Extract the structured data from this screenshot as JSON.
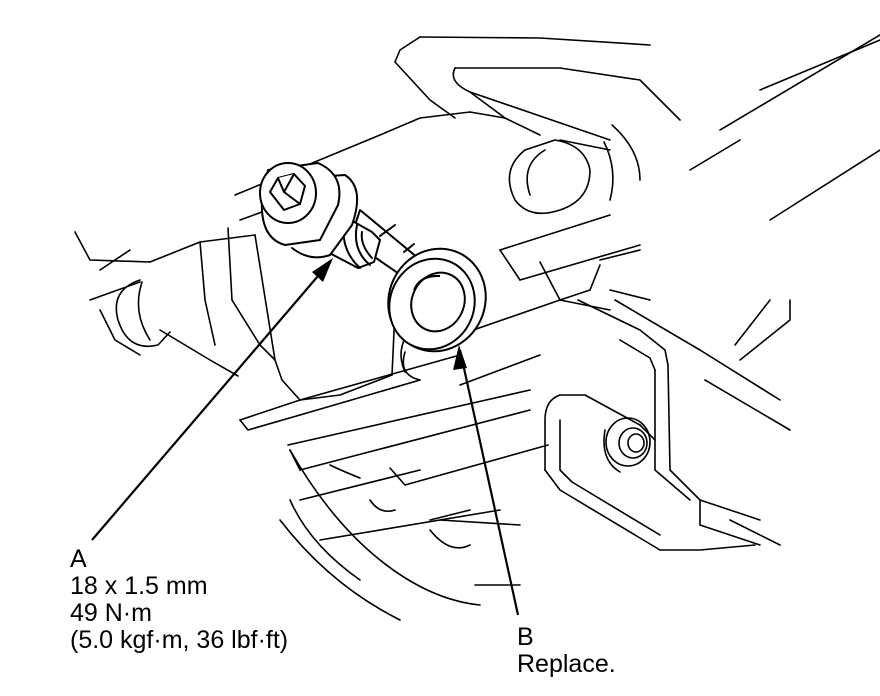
{
  "callouts": {
    "a": {
      "letter": "A",
      "size": "18 x 1.5 mm",
      "torque": "49 N·m",
      "torque_alt": "(5.0 kgf·m, 36 lbf·ft)"
    },
    "b": {
      "letter": "B",
      "note": "Replace."
    }
  },
  "colors": {
    "line": "#000000",
    "background": "#ffffff"
  }
}
